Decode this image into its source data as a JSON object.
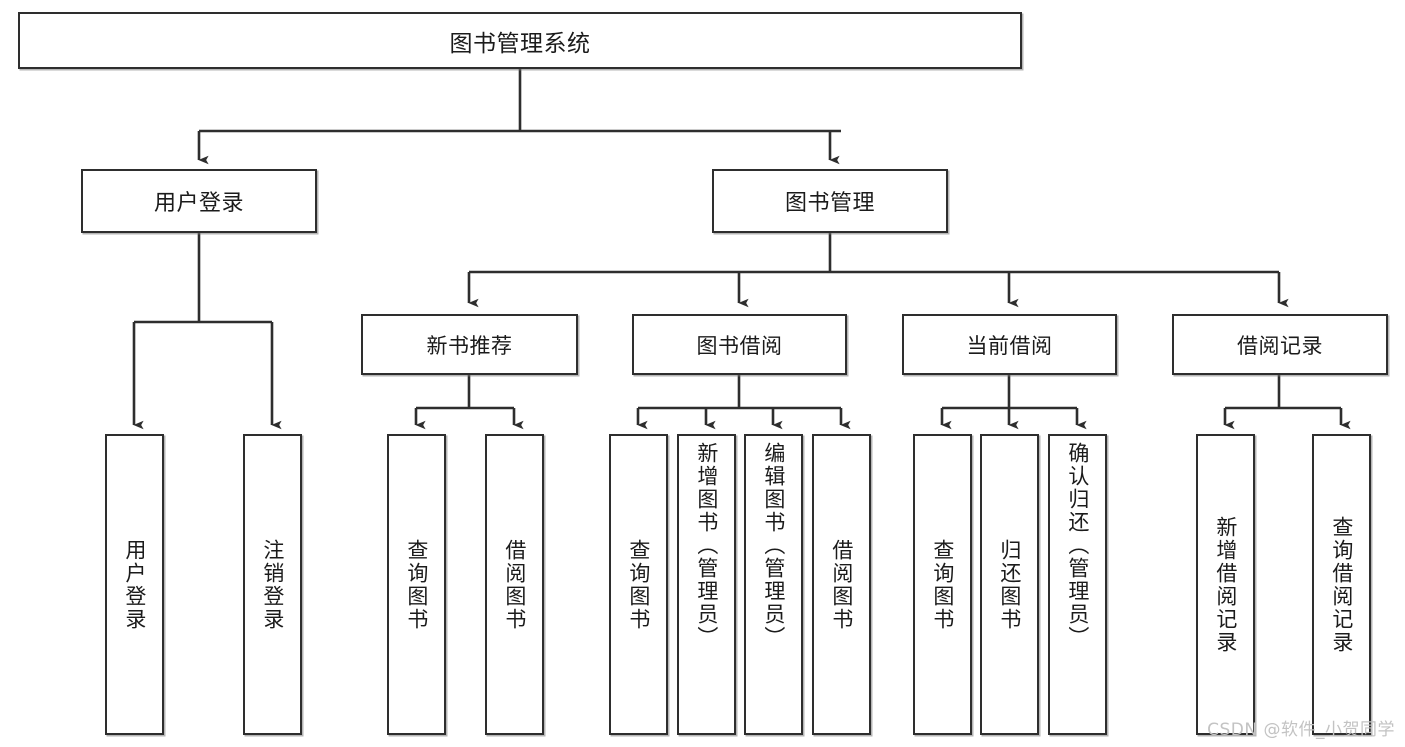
{
  "diagram": {
    "type": "tree-hierarchy",
    "title": "图书管理系统",
    "orientation": "top-down",
    "colors": {
      "box_border": "#2e2e2e",
      "box_fill": "#ffffff",
      "connector": "#2e2e2e",
      "text": "#1b1b1b",
      "watermark": "#c3c3c3"
    },
    "root": {
      "label": "图书管理系统"
    },
    "level2": [
      {
        "id": "user-login",
        "label": "用户登录"
      },
      {
        "id": "book-management",
        "label": "图书管理"
      }
    ],
    "level3": [
      {
        "id": "new-book-recommend",
        "label": "新书推荐",
        "parent": "book-management"
      },
      {
        "id": "book-borrow",
        "label": "图书借阅",
        "parent": "book-management"
      },
      {
        "id": "current-borrow",
        "label": "当前借阅",
        "parent": "book-management"
      },
      {
        "id": "borrow-record",
        "label": "借阅记录",
        "parent": "book-management"
      }
    ],
    "leaves": [
      {
        "id": "leaf-user-login",
        "label": "用户登录",
        "parent": "user-login"
      },
      {
        "id": "leaf-logout-login",
        "label": "注销登录",
        "parent": "user-login"
      },
      {
        "id": "leaf-query-book-1",
        "label": "查询图书",
        "parent": "new-book-recommend"
      },
      {
        "id": "leaf-borrow-book-1",
        "label": "借阅图书",
        "parent": "new-book-recommend"
      },
      {
        "id": "leaf-query-book-2",
        "label": "查询图书",
        "parent": "book-borrow"
      },
      {
        "id": "leaf-add-book",
        "label": "新增图书（管理员）",
        "parent": "book-borrow"
      },
      {
        "id": "leaf-edit-book",
        "label": "编辑图书（管理员）",
        "parent": "book-borrow"
      },
      {
        "id": "leaf-borrow-book-2",
        "label": "借阅图书",
        "parent": "book-borrow"
      },
      {
        "id": "leaf-query-book-3",
        "label": "查询图书",
        "parent": "current-borrow"
      },
      {
        "id": "leaf-return-book",
        "label": "归还图书",
        "parent": "current-borrow"
      },
      {
        "id": "leaf-confirm-return",
        "label": "确认归还（管理员）",
        "parent": "current-borrow"
      },
      {
        "id": "leaf-add-record",
        "label": "新增借阅记录",
        "parent": "borrow-record"
      },
      {
        "id": "leaf-query-record",
        "label": "查询借阅记录",
        "parent": "borrow-record"
      }
    ]
  },
  "watermark": {
    "text": "CSDN @软件_小贺同学"
  }
}
